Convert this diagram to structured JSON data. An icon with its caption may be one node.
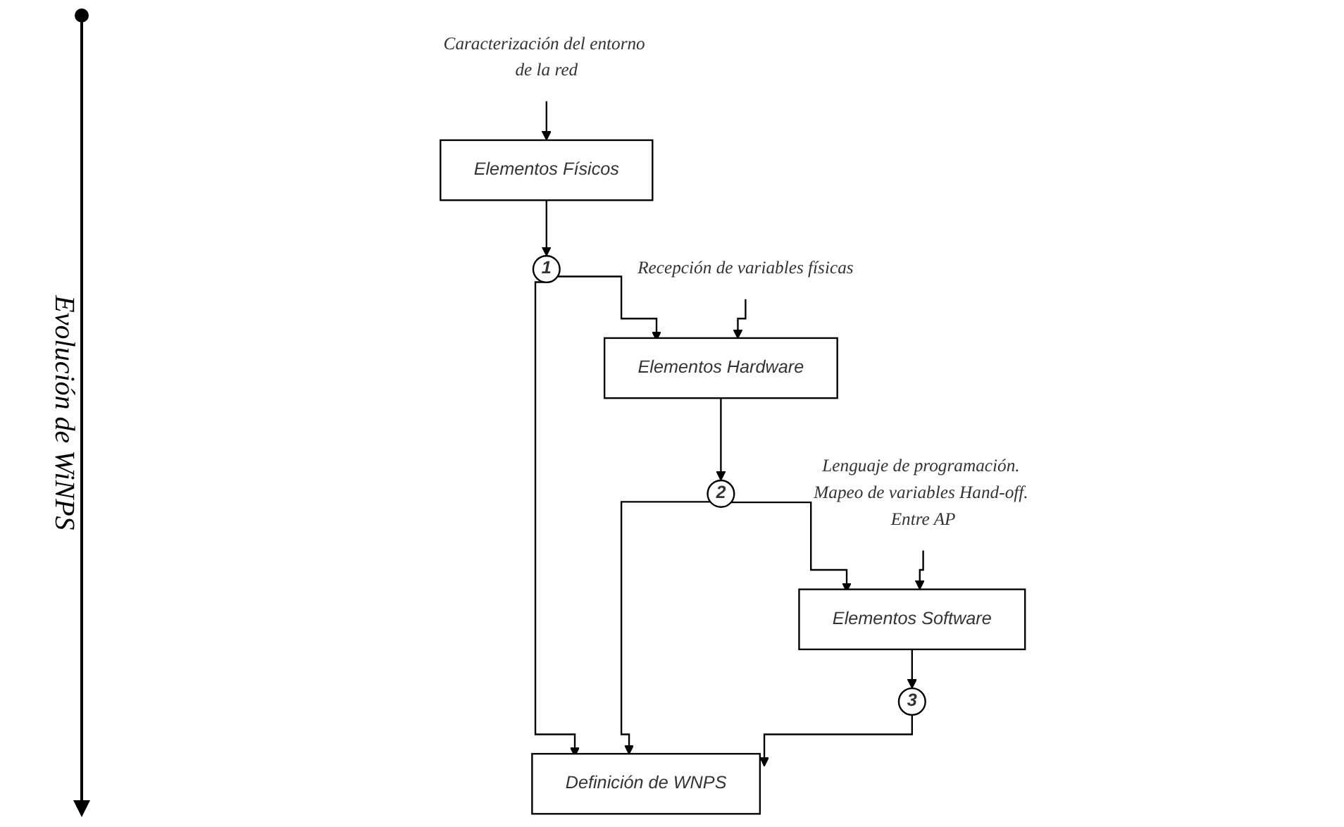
{
  "diagram": {
    "nodes": [
      {
        "text": [
          "Caracterización del entorno de la red"
        ]
      },
      {
        "text": [
          "Elementos Físicos"
        ]
      },
      {
        "text": [
          "1"
        ]
      },
      {
        "text": [
          "Recepción de variables físicas"
        ]
      },
      {
        "text": [
          "Elementos Hardware"
        ]
      },
      {
        "text": [
          "Definición de WNPS"
        ]
      },
      {
        "text": [
          "2"
        ]
      },
      {
        "text": [
          "Lenguaje de programación. Mapeo de variables Hand-off. Entre AP"
        ]
      },
      {
        "text": [
          "Elementos Software"
        ]
      },
      {
        "text": [
          "3"
        ]
      }
    ],
    "edges": [
      {
        "from": 0,
        "to": 1,
        "arrow": "to"
      },
      {
        "from": 1,
        "to": 2,
        "arrow": "to"
      },
      {
        "from": 2,
        "to": 4,
        "arrow": "to"
      },
      {
        "from": 2,
        "to": 5,
        "arrow": "to"
      },
      {
        "from": 3,
        "to": 4,
        "arrow": "to"
      },
      {
        "from": 4,
        "to": 6,
        "arrow": "to"
      },
      {
        "from": 6,
        "to": 5,
        "arrow": "to"
      },
      {
        "from": 6,
        "to": 8,
        "arrow": "to"
      },
      {
        "from": 7,
        "to": 8,
        "arrow": "to"
      },
      {
        "from": 8,
        "to": 9,
        "arrow": "to"
      },
      {
        "from": 9,
        "to": 5,
        "arrow": "to"
      }
    ],
    "labels": [
      "Evolución de WiNPS"
    ]
  }
}
